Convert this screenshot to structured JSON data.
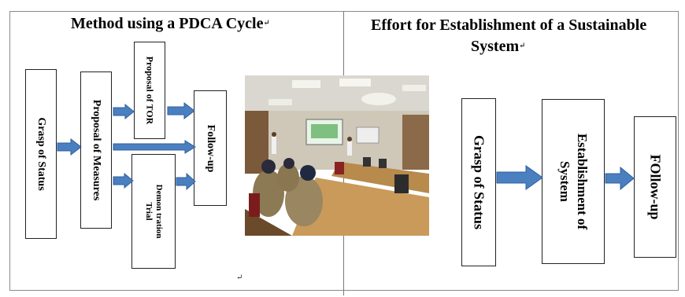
{
  "left_panel": {
    "title": "Method using a PDCA Cycle",
    "boxes": {
      "grasp_status": "Grasp of Status",
      "proposal_measures": "Proposal of Measures",
      "proposal_tor": "Proposal of TOR",
      "demonstration": "Demon tration\nTrial",
      "follow_up": "Follow-up"
    }
  },
  "right_panel": {
    "title_line1": "Effort for Establishment of a Sustainable",
    "title_line2": "System",
    "boxes": {
      "grasp_status": "Grasp of Status",
      "establishment": "Establishment of\nSystem",
      "follow_up": "FOllow-up"
    }
  },
  "colors": {
    "arrow_fill": "#4a7fc0",
    "arrow_stroke": "#2f5f9e"
  }
}
